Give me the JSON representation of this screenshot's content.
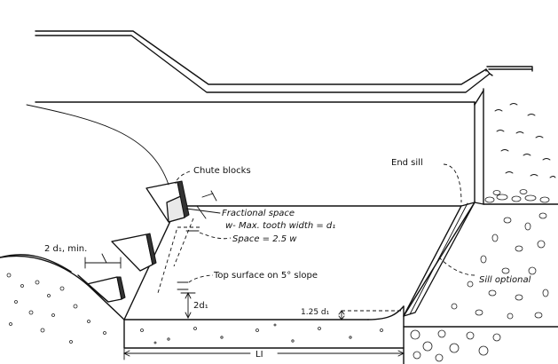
{
  "labels": {
    "chute_blocks": "Chute blocks",
    "end_sill": "End sill",
    "fractional_space": "Fractional space",
    "max_tooth_width": "w- Max. tooth width = d₁",
    "space": "Space = 2.5 w",
    "top_surface": "Top surface on 5° slope",
    "sill_optional": "Sill optional",
    "two_d1_min": "2 d₁, min.",
    "two_d1": "2d₁",
    "one_25_d1": "1.25 d₁",
    "length": "LⅠ"
  }
}
